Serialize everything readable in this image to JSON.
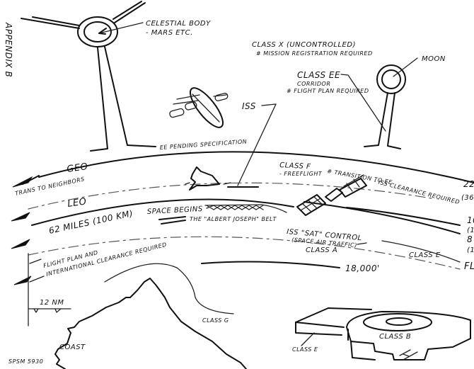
{
  "page": {
    "side_title": "APPENDIX B",
    "reference": "SPSM 5930"
  },
  "celestial": {
    "label_line1": "CELESTIAL BODY",
    "label_line2": "- MARS ETC.",
    "moon_label": "MOON",
    "ee_pending": "EE PENDING SPECIFICATION"
  },
  "classes": {
    "class_x_title": "CLASS X (UNCONTROLLED)",
    "class_x_note": "# MISSION REGISTRATION REQUIRED",
    "class_ee_title": "CLASS EE",
    "class_ee_sub": "CORRIDOR",
    "class_ee_note": "# FLIGHT PLAN REQUIRED",
    "iss_label": "ISS",
    "class_f_title": "CLASS F",
    "class_f_sub": "- FREEFLIGHT",
    "transition_note": "# TRANSITION TO EE",
    "iss_clearance": "- ISS CLEARANCE REQUIRED",
    "iss_sat_control": "ISS \"SAT\" CONTROL",
    "space_air_traffic": "(SPACE AIR TRAFFIC)",
    "class_a": "CLASS A",
    "class_e_right": "CLASS E",
    "class_g": "CLASS G",
    "class_b": "CLASS B",
    "class_e_bottom": "CLASS E"
  },
  "orbits": {
    "geo": "GEO",
    "trans_neighbors": "TRANS TO NEIGHBORS",
    "leo": "LEO",
    "space_begins_alt": "62 MILES (100 KM)",
    "space_begins": "SPACE BEGINS",
    "belt": "THE \"ALBERT JOSEPH\" BELT",
    "flight_plan_1": "FLIGHT PLAN AND",
    "flight_plan_2": "INTERNATIONAL CLEARANCE REQUIRED",
    "alt_18000": "18,000'"
  },
  "right_edge": {
    "alt_1": "22",
    "alt_1_sub": "(36,",
    "alt_2": "10",
    "alt_2_sub": "(1",
    "alt_3": "8",
    "alt_3_sub": "(1",
    "alt_4": "FL"
  },
  "terrain": {
    "scale": "12 NM",
    "coast": "COAST"
  }
}
